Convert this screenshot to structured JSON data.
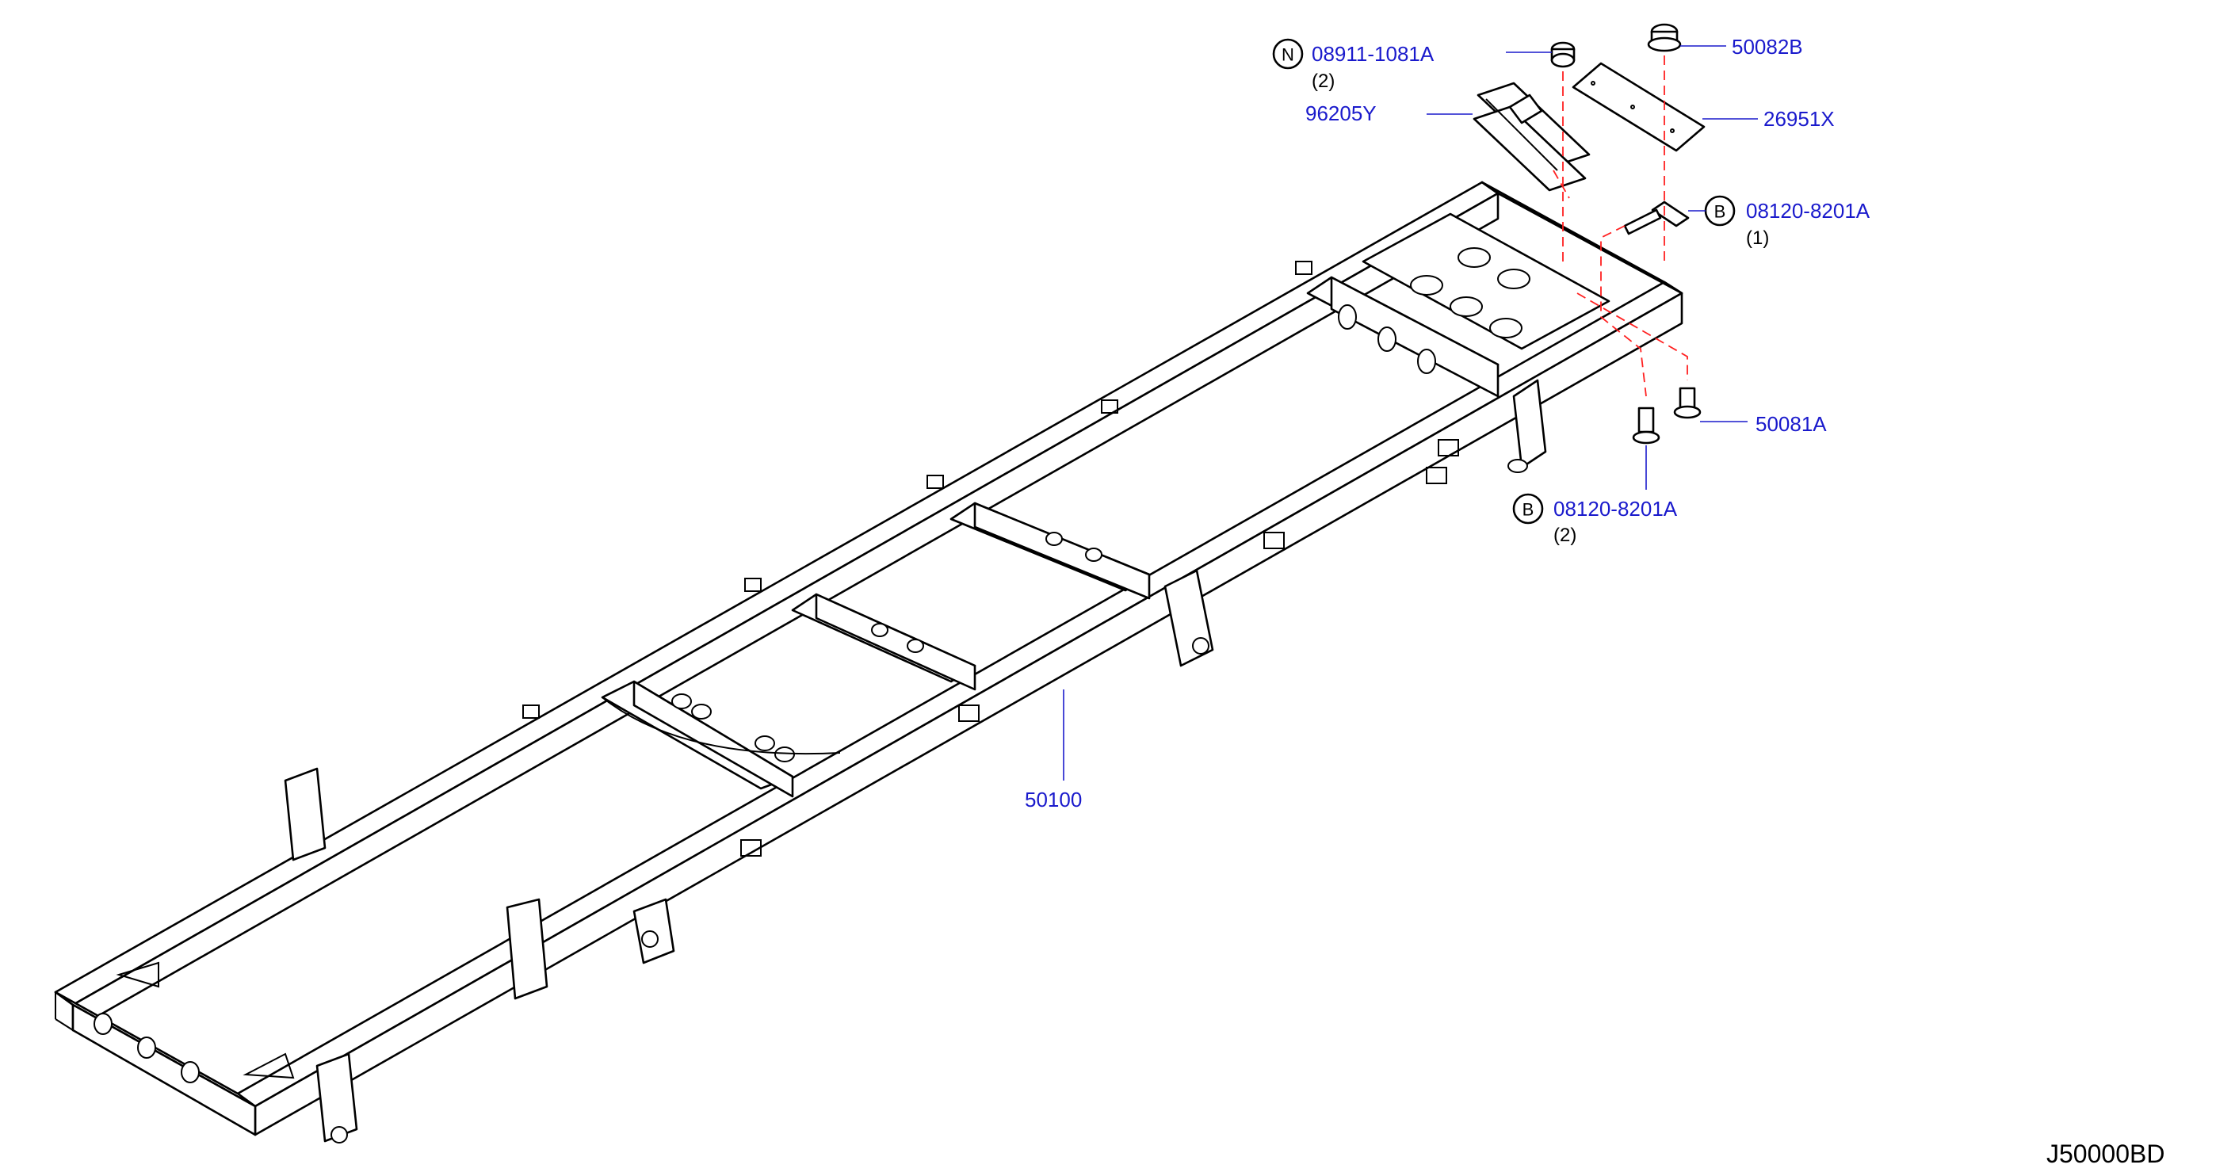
{
  "diagram_code": "J50000BD",
  "callouts": [
    {
      "id": "c1",
      "part_number": "08911-1081A",
      "quantity": "(2)",
      "symbol": "N"
    },
    {
      "id": "c2",
      "part_number": "50082B"
    },
    {
      "id": "c3",
      "part_number": "96205Y"
    },
    {
      "id": "c4",
      "part_number": "26951X"
    },
    {
      "id": "c5",
      "part_number": "08120-8201A",
      "quantity": "(1)",
      "symbol": "B"
    },
    {
      "id": "c6",
      "part_number": "50081A"
    },
    {
      "id": "c7",
      "part_number": "08120-8201A",
      "quantity": "(2)",
      "symbol": "B"
    },
    {
      "id": "c8",
      "part_number": "50100"
    }
  ],
  "colors": {
    "callout_text": "#1a1acc",
    "phantom_line": "#ff2020",
    "linework": "#000000"
  }
}
